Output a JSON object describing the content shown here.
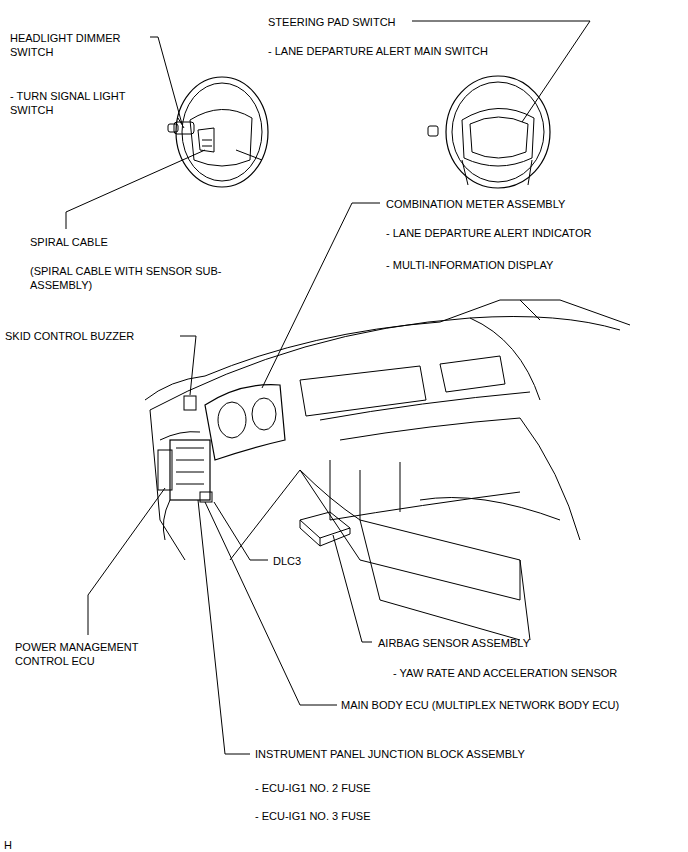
{
  "diagram": {
    "labels": [
      "HEADLIGHT DIMMER SWITCH",
      "- TURN SIGNAL LIGHT SWITCH",
      "STEERING PAD SWITCH",
      "- LANE DEPARTURE ALERT MAIN SWITCH",
      "SPIRAL CABLE",
      "(SPIRAL CABLE WITH SENSOR SUB-ASSEMBLY)",
      "COMBINATION METER ASSEMBLY",
      "- LANE DEPARTURE ALERT INDICATOR",
      "- MULTI-INFORMATION DISPLAY",
      "SKID CONTROL BUZZER",
      "DLC3",
      "POWER MANAGEMENT CONTROL ECU",
      "AIRBAG SENSOR ASSEMBLY",
      "- YAW RATE AND ACCELERATION SENSOR",
      "MAIN BODY ECU (MULTIPLEX NETWORK BODY ECU)",
      "INSTRUMENT PANEL JUNCTION BLOCK ASSEMBLY",
      "- ECU-IG1 NO. 2 FUSE",
      "- ECU-IG1 NO. 3 FUSE",
      "H"
    ]
  }
}
